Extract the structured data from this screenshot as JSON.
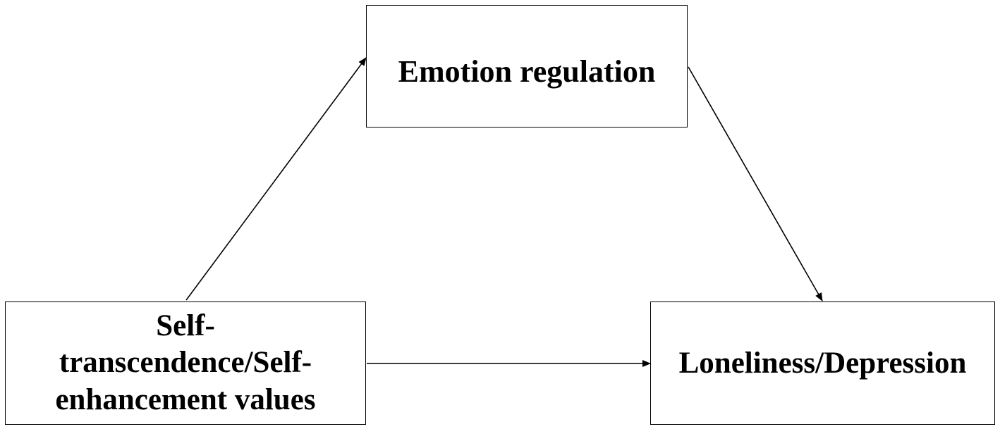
{
  "nodes": {
    "mediator": {
      "label": "Emotion regulation"
    },
    "predictor": {
      "label_lines": [
        "Self-",
        "transcendence/Self-",
        "enhancement values"
      ]
    },
    "outcome": {
      "label": "Loneliness/Depression"
    }
  },
  "edges": [
    {
      "from": "predictor",
      "to": "mediator"
    },
    {
      "from": "mediator",
      "to": "outcome"
    },
    {
      "from": "predictor",
      "to": "outcome"
    }
  ],
  "colors": {
    "stroke": "#000000",
    "background": "#ffffff"
  }
}
